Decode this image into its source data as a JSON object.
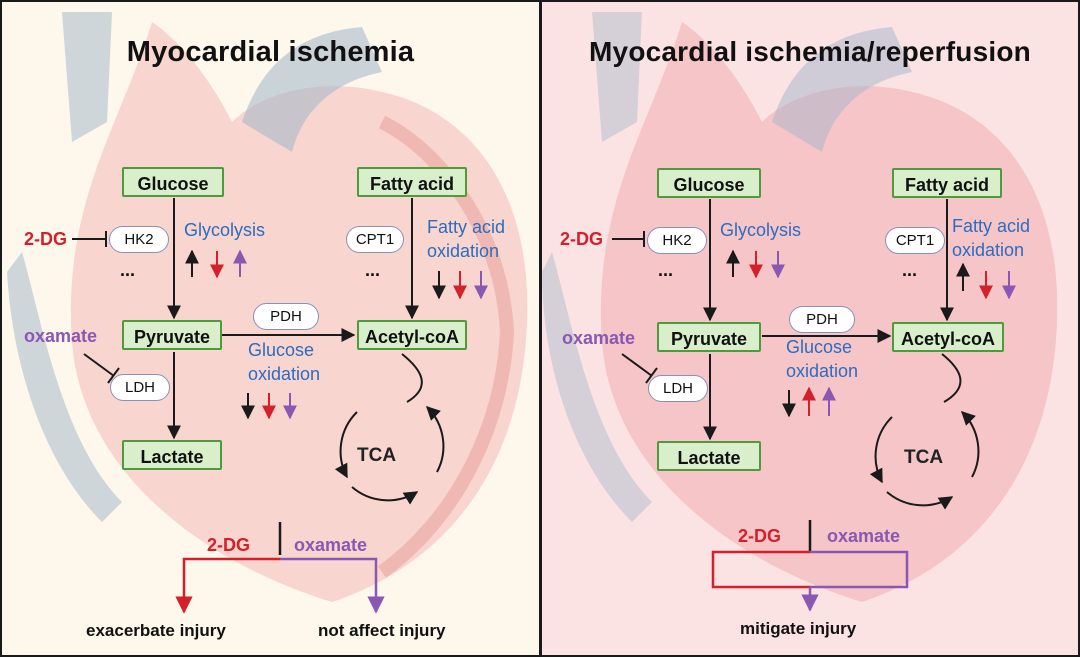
{
  "left": {
    "title": "Myocardial ischemia",
    "nodes": {
      "glucose": "Glucose",
      "fatty_acid": "Fatty acid",
      "pyruvate": "Pyruvate",
      "acetyl_coa": "Acetyl-coA",
      "lactate": "Lactate"
    },
    "enzymes": {
      "hk2": "HK2",
      "cpt1": "CPT1",
      "pdh": "PDH",
      "ldh": "LDH"
    },
    "pathways": {
      "glycolysis": "Glycolysis",
      "fatty_acid_oxidation_1": "Fatty acid",
      "fatty_acid_oxidation_2": "oxidation",
      "glucose_oxidation_1": "Glucose",
      "glucose_oxidation_2": "oxidation"
    },
    "ellipsis": "...",
    "inhibitors": {
      "two_dg": "2-DG",
      "oxamate": "oxamate"
    },
    "tca": "TCA",
    "outcome": {
      "inhibitor_2dg": "2-DG",
      "inhibitor_oxamate": "oxamate",
      "left": "exacerbate injury",
      "right": "not affect injury"
    }
  },
  "right": {
    "title": "Myocardial ischemia/reperfusion",
    "nodes": {
      "glucose": "Glucose",
      "fatty_acid": "Fatty acid",
      "pyruvate": "Pyruvate",
      "acetyl_coa": "Acetyl-coA",
      "lactate": "Lactate"
    },
    "enzymes": {
      "hk2": "HK2",
      "cpt1": "CPT1",
      "pdh": "PDH",
      "ldh": "LDH"
    },
    "pathways": {
      "glycolysis": "Glycolysis",
      "fatty_acid_oxidation_1": "Fatty acid",
      "fatty_acid_oxidation_2": "oxidation",
      "glucose_oxidation_1": "Glucose",
      "glucose_oxidation_2": "oxidation"
    },
    "ellipsis": "...",
    "inhibitors": {
      "two_dg": "2-DG",
      "oxamate": "oxamate"
    },
    "tca": "TCA",
    "outcome": {
      "inhibitor_2dg": "2-DG",
      "inhibitor_oxamate": "oxamate",
      "result": "mitigate injury"
    }
  },
  "colors": {
    "black": "#1a1a1a",
    "red": "#d4202a",
    "purple": "#8a57b3",
    "blue_text": "#2d6cc0",
    "node_fill": "#d9efcc",
    "node_border": "#4e9a3c"
  }
}
